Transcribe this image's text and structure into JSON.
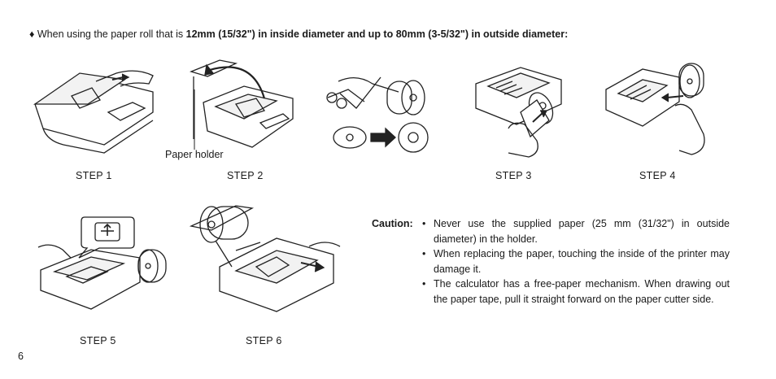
{
  "intro": {
    "bullet": "♦",
    "lead": "When using the paper roll that is ",
    "bold": "12mm (15/32\") in inside diameter and up to 80mm (3-5/32\") in outside diameter:"
  },
  "figures": {
    "paper_holder_label": "Paper holder",
    "steps": [
      "STEP 1",
      "STEP 2",
      "STEP 3",
      "STEP 4",
      "STEP 5",
      "STEP 6"
    ]
  },
  "caution": {
    "heading": "Caution:",
    "bullet": "•",
    "items": [
      "Never use the supplied paper (25 mm (31/32\") in outside diameter) in the holder.",
      "When replacing the paper, touching the inside of the printer may damage it.",
      "The calculator has a free-paper mechanism. When drawing out the paper tape, pull it straight forward on the paper cutter side."
    ]
  },
  "page_number": "6"
}
